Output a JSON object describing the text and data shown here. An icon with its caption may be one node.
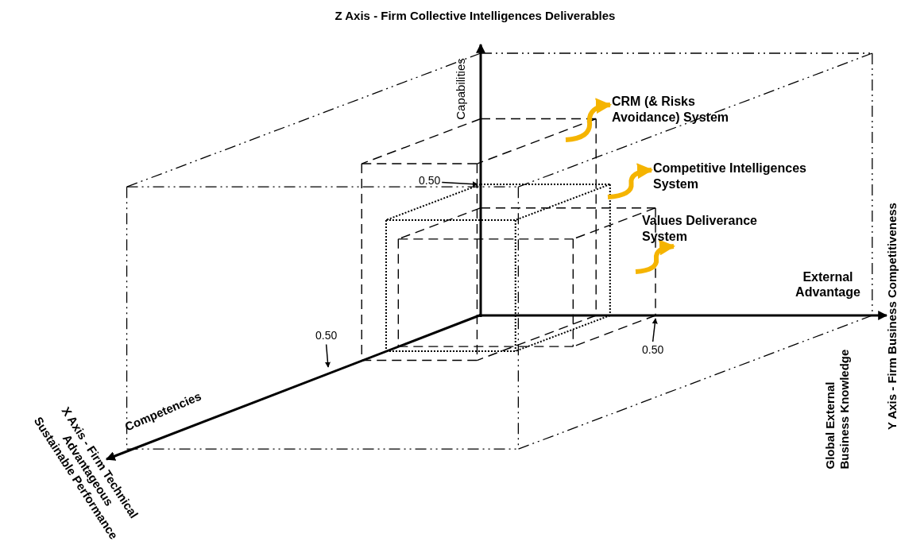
{
  "diagram": {
    "nodes": [
      {
        "text": [
          "CRM (& Risks Avoidance) System"
        ]
      },
      {
        "text": [
          "Competitive Intelligences System"
        ]
      },
      {
        "text": [
          "Values Deliverance System"
        ]
      },
      {
        "text": [
          "0.50"
        ]
      },
      {
        "text": [
          "0.50"
        ]
      },
      {
        "text": [
          "0.50"
        ]
      }
    ],
    "edges": [
      {
        "from": null,
        "to": 0,
        "arrow": "to",
        "style": "thick",
        "color": "#f5b400"
      },
      {
        "from": null,
        "to": 1,
        "arrow": "to",
        "style": "thick",
        "color": "#f5b400"
      },
      {
        "from": null,
        "to": 2,
        "arrow": "to",
        "style": "thick",
        "color": "#f5b400"
      },
      {
        "from": 3,
        "to": null,
        "arrow": "to",
        "color": "#000000"
      },
      {
        "from": 4,
        "to": null,
        "arrow": "to",
        "color": "#000000"
      },
      {
        "from": 5,
        "to": null,
        "arrow": "to",
        "color": "#000000"
      }
    ],
    "labels": [
      "Z Axis - Firm Collective Intelligences Deliverables",
      "Capabilities",
      "Y Axis - Firm Business Competitiveness",
      "External Advantage",
      "Global External Business Knowledge",
      "Competencies",
      "X Axis - Firm Technical Advantageous Sustainable Performance"
    ]
  }
}
